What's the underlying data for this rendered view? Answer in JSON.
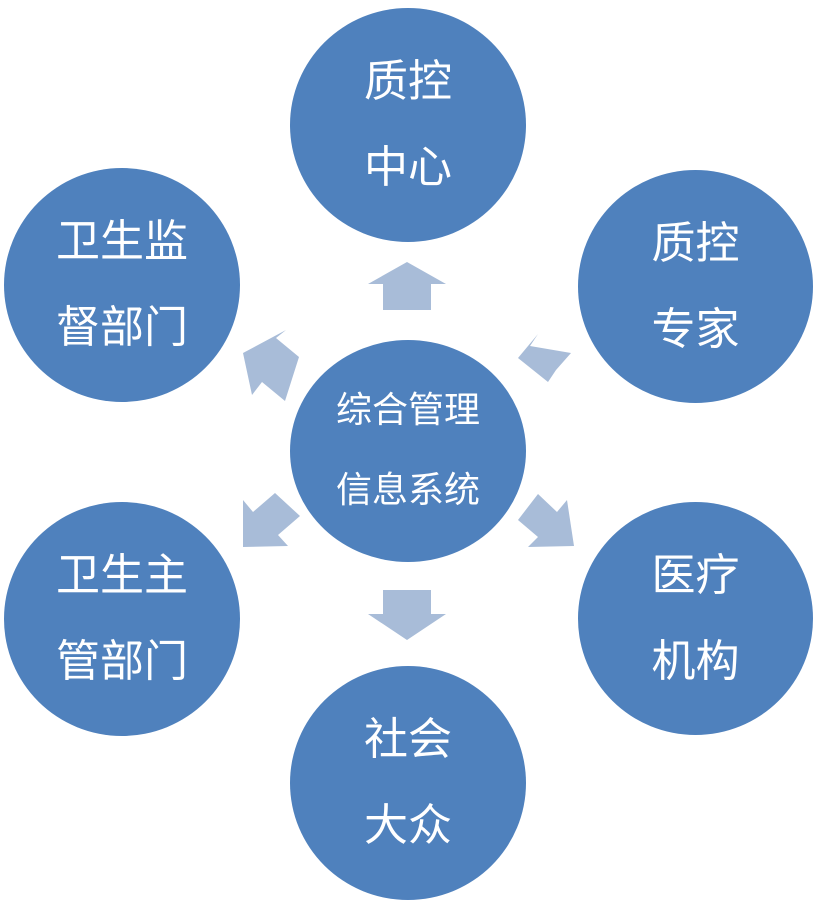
{
  "colors": {
    "node_fill": "#4f81bd",
    "arrow_fill": "#a8bcd8",
    "text": "#ffffff",
    "background": "#ffffff"
  },
  "center": {
    "line1": "综合管理",
    "line2": "信息系统"
  },
  "nodes": {
    "top": {
      "line1": "质控",
      "line2": "中心"
    },
    "upper_right": {
      "line1": "质控",
      "line2": "专家"
    },
    "upper_left": {
      "line1": "卫生监",
      "line2": "督部门"
    },
    "lower_left": {
      "line1": "卫生主",
      "line2": "管部门"
    },
    "lower_right": {
      "line1": "医疗",
      "line2": "机构"
    },
    "bottom": {
      "line1": "社会",
      "line2": "大众"
    }
  },
  "arrows": [
    {
      "target": "top",
      "direction": "up"
    },
    {
      "target": "upper_right",
      "direction": "up-right"
    },
    {
      "target": "upper_left",
      "direction": "up-left"
    },
    {
      "target": "lower_left",
      "direction": "down-left"
    },
    {
      "target": "lower_right",
      "direction": "down-right"
    },
    {
      "target": "bottom",
      "direction": "down"
    }
  ]
}
